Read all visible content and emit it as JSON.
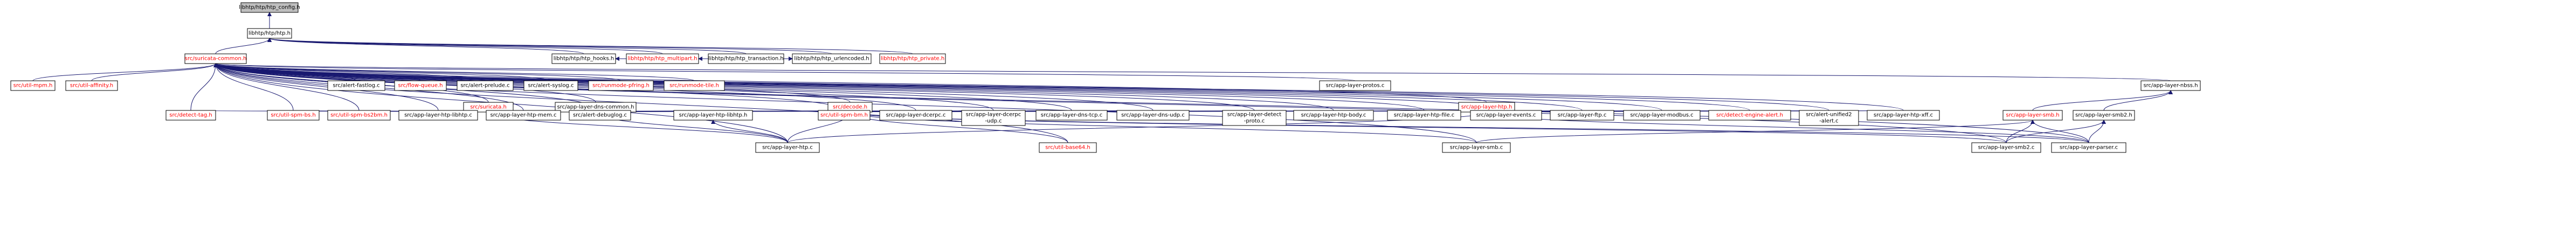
{
  "colors": {
    "root_fill": "#bfbfbf",
    "node_fill": "#ffffff",
    "edge": "#191970",
    "text_black": "#000000",
    "text_red": "#ff0000"
  },
  "nodes": [
    {
      "id": "htp_config",
      "label": "libhtp/htp/htp_config.h",
      "root": true
    },
    {
      "id": "htp",
      "label": "libhtp/htp/htp.h"
    },
    {
      "id": "htp_hooks",
      "label": "libhtp/htp/htp_hooks.h"
    },
    {
      "id": "htp_multipart",
      "label": "libhtp/htp/htp_multipart.h",
      "red": true
    },
    {
      "id": "htp_transaction",
      "label": "libhtp/htp/htp_transaction.h"
    },
    {
      "id": "htp_urlencoded",
      "label": "libhtp/htp/htp_urlencoded.h"
    },
    {
      "id": "htp_private",
      "label": "libhtp/htp/htp_private.h",
      "red": true
    },
    {
      "id": "suricata_common",
      "label": "src/suricata-common.h",
      "red": true
    },
    {
      "id": "util_mpm",
      "label": "src/util-mpm.h",
      "red": true
    },
    {
      "id": "util_affinity",
      "label": "src/util-affinity.h",
      "red": true
    },
    {
      "id": "detect_tag",
      "label": "src/detect-tag.h",
      "red": true
    },
    {
      "id": "alert_fastlog",
      "label": "src/alert-fastlog.c"
    },
    {
      "id": "flow_queue",
      "label": "src/flow-queue.h",
      "red": true
    },
    {
      "id": "alert_prelude",
      "label": "src/alert-prelude.c"
    },
    {
      "id": "alert_syslog",
      "label": "src/alert-syslog.c"
    },
    {
      "id": "runmode_pfring",
      "label": "src/runmode-pfring.h",
      "red": true
    },
    {
      "id": "runmode_tile",
      "label": "src/runmode-tile.h",
      "red": true
    },
    {
      "id": "suricata",
      "label": "src/suricata.h",
      "red": true
    },
    {
      "id": "app_layer_dns_common",
      "label": "src/app-layer-dns-common.h"
    },
    {
      "id": "decode",
      "label": "src/decode.h",
      "red": true
    },
    {
      "id": "app_layer_protos",
      "label": "src/app-layer-protos.c"
    },
    {
      "id": "app_layer_htp",
      "label": "src/app-layer-htp.h",
      "red": true
    },
    {
      "id": "app_layer_nbss",
      "label": "src/app-layer-nbss.h"
    },
    {
      "id": "util_spm_bs",
      "label": "src/util-spm-bs.h",
      "red": true
    },
    {
      "id": "util_spm_bs2bm",
      "label": "src/util-spm-bs2bm.h",
      "red": true
    },
    {
      "id": "app_layer_htp_libhtp",
      "label": "src/app-layer-htp-libhtp.c"
    },
    {
      "id": "app_layer_htp_mem",
      "label": "src/app-layer-htp-mem.c"
    },
    {
      "id": "alert_debuglog",
      "label": "src/alert-debuglog.c"
    },
    {
      "id": "app_layer_htp_libhtp_h",
      "label": "src/app-layer-htp-libhtp.h"
    },
    {
      "id": "util_spm_bm",
      "label": "src/util-spm-bm.h",
      "red": true
    },
    {
      "id": "app_layer_dcerpc",
      "label": "src/app-layer-dcerpc.c"
    },
    {
      "id": "app_layer_dcerpc_udp",
      "label": "src/app-layer-dcerpc-udp.c",
      "lines": [
        "src/app-layer-dcerpc",
        "-udp.c"
      ]
    },
    {
      "id": "app_layer_dns_tcp",
      "label": "src/app-layer-dns-tcp.c"
    },
    {
      "id": "app_layer_dns_udp",
      "label": "src/app-layer-dns-udp.c"
    },
    {
      "id": "app_layer_detect_proto",
      "label": "src/app-layer-detect-proto.c",
      "lines": [
        "src/app-layer-detect",
        "-proto.c"
      ]
    },
    {
      "id": "app_layer_htp_body",
      "label": "src/app-layer-htp-body.c"
    },
    {
      "id": "app_layer_htp_file",
      "label": "src/app-layer-htp-file.c"
    },
    {
      "id": "app_layer_events",
      "label": "src/app-layer-events.c"
    },
    {
      "id": "app_layer_ftp",
      "label": "src/app-layer-ftp.c"
    },
    {
      "id": "app_layer_modbus",
      "label": "src/app-layer-modbus.c"
    },
    {
      "id": "detect_engine_alert",
      "label": "src/detect-engine-alert.h",
      "red": true
    },
    {
      "id": "alert_unified2",
      "label": "src/alert-unified2-alert.c",
      "lines": [
        "src/alert-unified2",
        "-alert.c"
      ]
    },
    {
      "id": "app_layer_htp_xff",
      "label": "src/app-layer-htp-xff.c"
    },
    {
      "id": "app_layer_smb",
      "label": "src/app-layer-smb.h",
      "red": true
    },
    {
      "id": "app_layer_smb2",
      "label": "src/app-layer-smb2.h"
    },
    {
      "id": "app_layer_htp_c",
      "label": "src/app-layer-htp.c"
    },
    {
      "id": "util_base64",
      "label": "src/util-base64.h",
      "red": true
    },
    {
      "id": "app_layer_smb_c",
      "label": "src/app-layer-smb.c"
    },
    {
      "id": "app_layer_smb2_c",
      "label": "src/app-layer-smb2.c"
    },
    {
      "id": "app_layer_parser",
      "label": "src/app-layer-parser.c"
    }
  ],
  "edges": [
    [
      "htp",
      "htp_config"
    ],
    [
      "htp_hooks",
      "htp"
    ],
    [
      "htp_multipart",
      "htp"
    ],
    [
      "htp_transaction",
      "htp"
    ],
    [
      "htp_urlencoded",
      "htp"
    ],
    [
      "htp_private",
      "htp"
    ],
    [
      "suricata_common",
      "htp"
    ],
    [
      "htp_transaction",
      "htp_hooks"
    ],
    [
      "htp_transaction",
      "htp_urlencoded"
    ],
    [
      "htp_urlencoded",
      "htp_multipart"
    ],
    [
      "util_mpm",
      "suricata_common"
    ],
    [
      "util_affinity",
      "suricata_common"
    ],
    [
      "detect_tag",
      "suricata_common"
    ],
    [
      "alert_fastlog",
      "suricata_common"
    ],
    [
      "flow_queue",
      "suricata_common"
    ],
    [
      "alert_prelude",
      "suricata_common"
    ],
    [
      "alert_syslog",
      "suricata_common"
    ],
    [
      "runmode_pfring",
      "suricata_common"
    ],
    [
      "runmode_tile",
      "suricata_common"
    ],
    [
      "suricata",
      "suricata_common"
    ],
    [
      "app_layer_dns_common",
      "suricata_common"
    ],
    [
      "decode",
      "suricata_common"
    ],
    [
      "app_layer_protos",
      "suricata_common"
    ],
    [
      "app_layer_htp",
      "suricata_common"
    ],
    [
      "app_layer_nbss",
      "suricata_common"
    ],
    [
      "util_spm_bs",
      "suricata_common"
    ],
    [
      "util_spm_bs2bm",
      "suricata_common"
    ],
    [
      "app_layer_htp_libhtp",
      "suricata_common"
    ],
    [
      "app_layer_htp_mem",
      "suricata_common"
    ],
    [
      "alert_debuglog",
      "suricata_common"
    ],
    [
      "util_spm_bm",
      "suricata_common"
    ],
    [
      "app_layer_dcerpc",
      "suricata_common"
    ],
    [
      "app_layer_dcerpc_udp",
      "suricata_common"
    ],
    [
      "app_layer_dns_tcp",
      "suricata_common"
    ],
    [
      "app_layer_dns_udp",
      "suricata_common"
    ],
    [
      "app_layer_detect_proto",
      "suricata_common"
    ],
    [
      "app_layer_htp_body",
      "suricata_common"
    ],
    [
      "app_layer_htp_file",
      "suricata_common"
    ],
    [
      "app_layer_events",
      "suricata_common"
    ],
    [
      "app_layer_ftp",
      "suricata_common"
    ],
    [
      "app_layer_modbus",
      "suricata_common"
    ],
    [
      "detect_engine_alert",
      "suricata_common"
    ],
    [
      "alert_unified2",
      "suricata_common"
    ],
    [
      "app_layer_htp_c",
      "suricata_common"
    ],
    [
      "util_base64",
      "suricata_common"
    ],
    [
      "app_layer_smb_c",
      "suricata_common"
    ],
    [
      "app_layer_smb2_c",
      "suricata_common"
    ],
    [
      "app_layer_parser",
      "suricata_common"
    ],
    [
      "app_layer_htp_xff",
      "suricata_common"
    ],
    [
      "detect_tag",
      "suricata"
    ],
    [
      "util_spm_bs",
      "suricata"
    ],
    [
      "util_spm_bs2bm",
      "suricata"
    ],
    [
      "app_layer_htp_libhtp",
      "suricata"
    ],
    [
      "app_layer_htp_mem",
      "suricata"
    ],
    [
      "alert_debuglog",
      "suricata"
    ],
    [
      "app_layer_htp_libhtp_h",
      "suricata"
    ],
    [
      "util_spm_bm",
      "suricata"
    ],
    [
      "app_layer_dcerpc",
      "suricata"
    ],
    [
      "app_layer_dcerpc_udp",
      "suricata"
    ],
    [
      "app_layer_dns_tcp",
      "suricata"
    ],
    [
      "app_layer_dns_udp",
      "suricata"
    ],
    [
      "app_layer_htp_c",
      "suricata"
    ],
    [
      "app_layer_dcerpc",
      "decode"
    ],
    [
      "app_layer_dcerpc_udp",
      "decode"
    ],
    [
      "app_layer_dns_tcp",
      "decode"
    ],
    [
      "app_layer_dns_udp",
      "decode"
    ],
    [
      "app_layer_detect_proto",
      "decode"
    ],
    [
      "app_layer_htp_body",
      "decode"
    ],
    [
      "app_layer_htp_file",
      "decode"
    ],
    [
      "app_layer_events",
      "decode"
    ],
    [
      "app_layer_ftp",
      "decode"
    ],
    [
      "app_layer_modbus",
      "decode"
    ],
    [
      "detect_engine_alert",
      "decode"
    ],
    [
      "alert_unified2",
      "decode"
    ],
    [
      "app_layer_htp_xff",
      "decode"
    ],
    [
      "util_base64",
      "decode"
    ],
    [
      "app_layer_smb_c",
      "decode"
    ],
    [
      "app_layer_smb2_c",
      "decode"
    ],
    [
      "app_layer_parser",
      "decode"
    ],
    [
      "app_layer_htp_c",
      "decode"
    ],
    [
      "util_spm_bm",
      "decode"
    ],
    [
      "app_layer_htp_body",
      "app_layer_htp"
    ],
    [
      "app_layer_htp_file",
      "app_layer_htp"
    ],
    [
      "app_layer_htp_xff",
      "app_layer_htp"
    ],
    [
      "alert_unified2",
      "app_layer_htp"
    ],
    [
      "app_layer_htp_c",
      "app_layer_htp"
    ],
    [
      "app_layer_parser",
      "app_layer_htp"
    ],
    [
      "app_layer_smb",
      "app_layer_nbss"
    ],
    [
      "app_layer_smb2",
      "app_layer_nbss"
    ],
    [
      "app_layer_smb_c",
      "app_layer_smb"
    ],
    [
      "app_layer_smb2_c",
      "app_layer_smb"
    ],
    [
      "app_layer_parser",
      "app_layer_smb"
    ],
    [
      "app_layer_smb2_c",
      "app_layer_smb2"
    ],
    [
      "app_layer_parser",
      "app_layer_smb2"
    ],
    [
      "app_layer_htp_c",
      "app_layer_htp_libhtp_h"
    ],
    [
      "app_layer_htp_c",
      "app_layer_dns_common"
    ],
    [
      "app_layer_dns_tcp",
      "app_layer_dns_common"
    ],
    [
      "app_layer_dns_udp",
      "app_layer_dns_common"
    ]
  ]
}
